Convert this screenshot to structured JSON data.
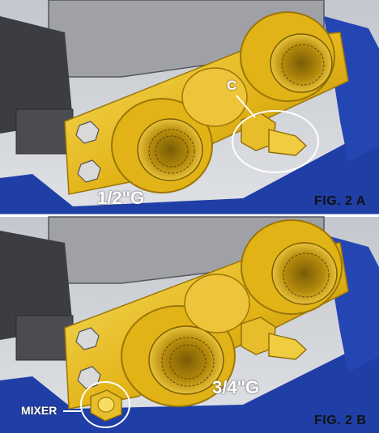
{
  "panels": [
    {
      "id": "2a",
      "figure_label": "FIG. 2 A",
      "thread_label": "1/2\"G",
      "callout_label": "C"
    },
    {
      "id": "2b",
      "figure_label": "FIG. 2 B",
      "thread_label": "3/4\"G",
      "callout_label": "MIXER"
    }
  ],
  "colors": {
    "brass": "#e2b317",
    "brass_shadow": "#9b7608",
    "brass_highlight": "#f7de62",
    "blue_base": "#1f3fa6",
    "grey_body": "#8e8f94",
    "dark_pipe": "#3b3d42",
    "background_wall": "#cfd2d8"
  }
}
